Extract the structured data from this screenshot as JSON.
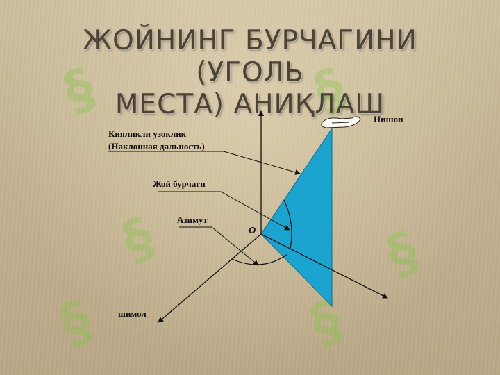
{
  "title": {
    "line1": "ЖОЙНИНГ БУРЧАГИНИ (УГОЛЬ",
    "line2": "МЕСТА) АНИҚЛАШ"
  },
  "labels": {
    "target": "Нишон",
    "slant_range": "Кияликли узоклик",
    "slant_range_ru": "(Наклонная дальность)",
    "elevation_angle": "Жой бурчаги",
    "azimuth": "Азимут",
    "origin": "O",
    "north": "шимол"
  },
  "colors": {
    "triangle_fill": "#1aa4cf",
    "line": "#111111",
    "title_text": "#4a4336",
    "watermark": "#78c83c"
  }
}
